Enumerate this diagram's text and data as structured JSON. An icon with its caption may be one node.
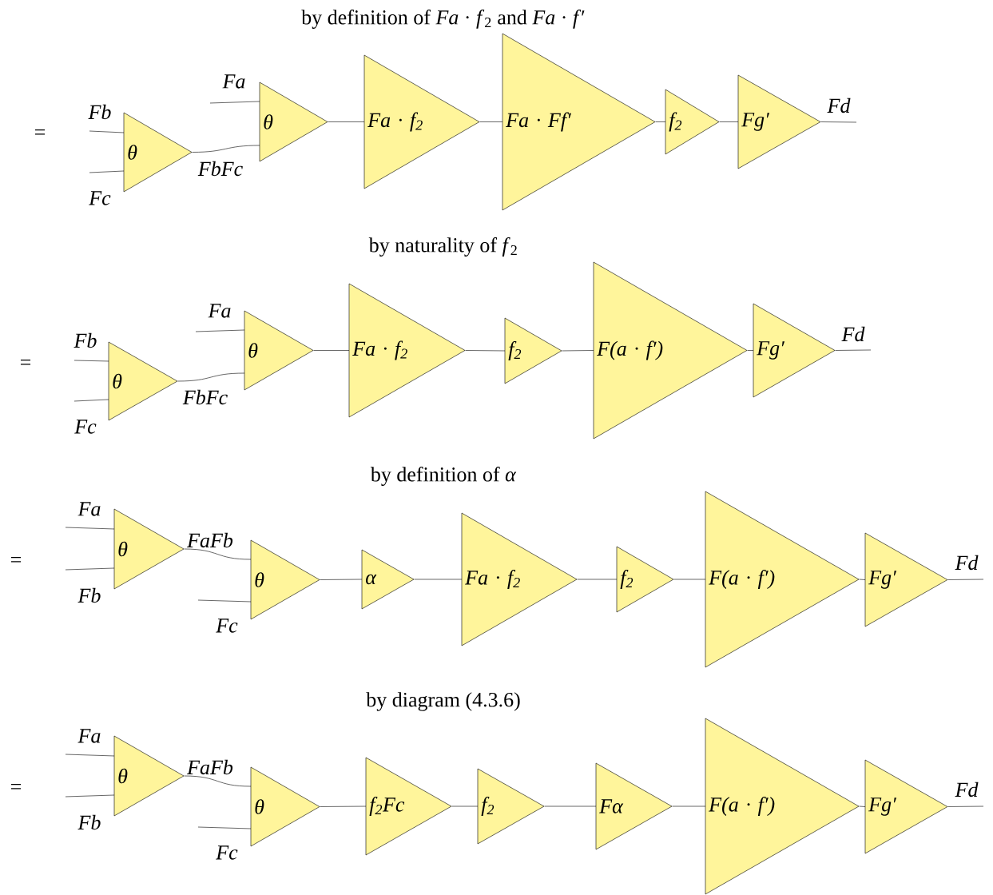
{
  "diagram": {
    "nodes": [
      {
        "text": [
          "θ"
        ]
      },
      {
        "text": [
          "θ"
        ]
      },
      {
        "text": [
          "Fa · f$_{2}$"
        ]
      },
      {
        "text": [
          "Fa · Ff′"
        ]
      },
      {
        "text": [
          "f$_{2}$"
        ]
      },
      {
        "text": [
          "Fg′"
        ]
      },
      {
        "text": [
          "θ"
        ]
      },
      {
        "text": [
          "θ"
        ]
      },
      {
        "text": [
          "Fa · f$_{2}$"
        ]
      },
      {
        "text": [
          "f$_{2}$"
        ]
      },
      {
        "text": [
          "F(a · f′)"
        ]
      },
      {
        "text": [
          "Fg′"
        ]
      },
      {
        "text": [
          "θ"
        ]
      },
      {
        "text": [
          "θ"
        ]
      },
      {
        "text": [
          "α"
        ]
      },
      {
        "text": [
          "Fa · f$_{2}$"
        ]
      },
      {
        "text": [
          "f$_{2}$"
        ]
      },
      {
        "text": [
          "F(a · f′)"
        ]
      },
      {
        "text": [
          "Fg′"
        ]
      },
      {
        "text": [
          "θ"
        ]
      },
      {
        "text": [
          "θ"
        ]
      },
      {
        "text": [
          "f$_{2}$Fc"
        ]
      },
      {
        "text": [
          "f$_{2}$"
        ]
      },
      {
        "text": [
          "Fα"
        ]
      },
      {
        "text": [
          "F(a · f′)"
        ]
      },
      {
        "text": [
          "Fg′"
        ]
      }
    ],
    "edges": [
      {
        "from": null,
        "to": 0,
        "arrow": "none",
        "label": "Fb"
      },
      {
        "from": null,
        "to": 0,
        "arrow": "none",
        "label": "Fc"
      },
      {
        "from": null,
        "to": 1,
        "arrow": "none",
        "label": "Fa"
      },
      {
        "from": 0,
        "to": 1,
        "arrow": "none",
        "label": "FbFc"
      },
      {
        "from": 1,
        "to": 2,
        "arrow": "none"
      },
      {
        "from": 2,
        "to": 3,
        "arrow": "none"
      },
      {
        "from": 3,
        "to": 4,
        "arrow": "none"
      },
      {
        "from": 4,
        "to": 5,
        "arrow": "none"
      },
      {
        "from": 5,
        "to": null,
        "arrow": "none",
        "label": "Fd"
      },
      {
        "from": null,
        "to": 6,
        "arrow": "none",
        "label": "Fb"
      },
      {
        "from": null,
        "to": 6,
        "arrow": "none",
        "label": "Fc"
      },
      {
        "from": null,
        "to": 7,
        "arrow": "none",
        "label": "Fa"
      },
      {
        "from": 6,
        "to": 7,
        "arrow": "none",
        "label": "FbFc"
      },
      {
        "from": 7,
        "to": 8,
        "arrow": "none"
      },
      {
        "from": 8,
        "to": 9,
        "arrow": "none"
      },
      {
        "from": 9,
        "to": 10,
        "arrow": "none"
      },
      {
        "from": 10,
        "to": 11,
        "arrow": "none"
      },
      {
        "from": 11,
        "to": null,
        "arrow": "none",
        "label": "Fd"
      },
      {
        "from": null,
        "to": 12,
        "arrow": "none",
        "label": "Fa"
      },
      {
        "from": null,
        "to": 12,
        "arrow": "none",
        "label": "Fb"
      },
      {
        "from": 12,
        "to": 13,
        "arrow": "none",
        "label": "FaFb"
      },
      {
        "from": null,
        "to": 13,
        "arrow": "none",
        "label": "Fc"
      },
      {
        "from": 13,
        "to": 14,
        "arrow": "none"
      },
      {
        "from": 14,
        "to": 15,
        "arrow": "none"
      },
      {
        "from": 15,
        "to": 16,
        "arrow": "none"
      },
      {
        "from": 16,
        "to": 17,
        "arrow": "none"
      },
      {
        "from": 17,
        "to": 18,
        "arrow": "none"
      },
      {
        "from": 18,
        "to": null,
        "arrow": "none",
        "label": "Fd"
      },
      {
        "from": null,
        "to": 19,
        "arrow": "none",
        "label": "Fa"
      },
      {
        "from": null,
        "to": 19,
        "arrow": "none",
        "label": "Fb"
      },
      {
        "from": 19,
        "to": 20,
        "arrow": "none",
        "label": "FaFb"
      },
      {
        "from": null,
        "to": 20,
        "arrow": "none",
        "label": "Fc"
      },
      {
        "from": 20,
        "to": 21,
        "arrow": "none"
      },
      {
        "from": 21,
        "to": 22,
        "arrow": "none"
      },
      {
        "from": 22,
        "to": 23,
        "arrow": "none"
      },
      {
        "from": 23,
        "to": 24,
        "arrow": "none"
      },
      {
        "from": 24,
        "to": 25,
        "arrow": "none"
      },
      {
        "from": 25,
        "to": null,
        "arrow": "none",
        "label": "Fd"
      }
    ],
    "labels": [
      "by definition of *Fa* · *f*$_{2}$ and *Fa* · *f*′",
      "=",
      "by naturality of *f*$_{2}$",
      "=",
      "by definition of *α*",
      "=",
      "by diagram (4.3.6)",
      "="
    ]
  }
}
